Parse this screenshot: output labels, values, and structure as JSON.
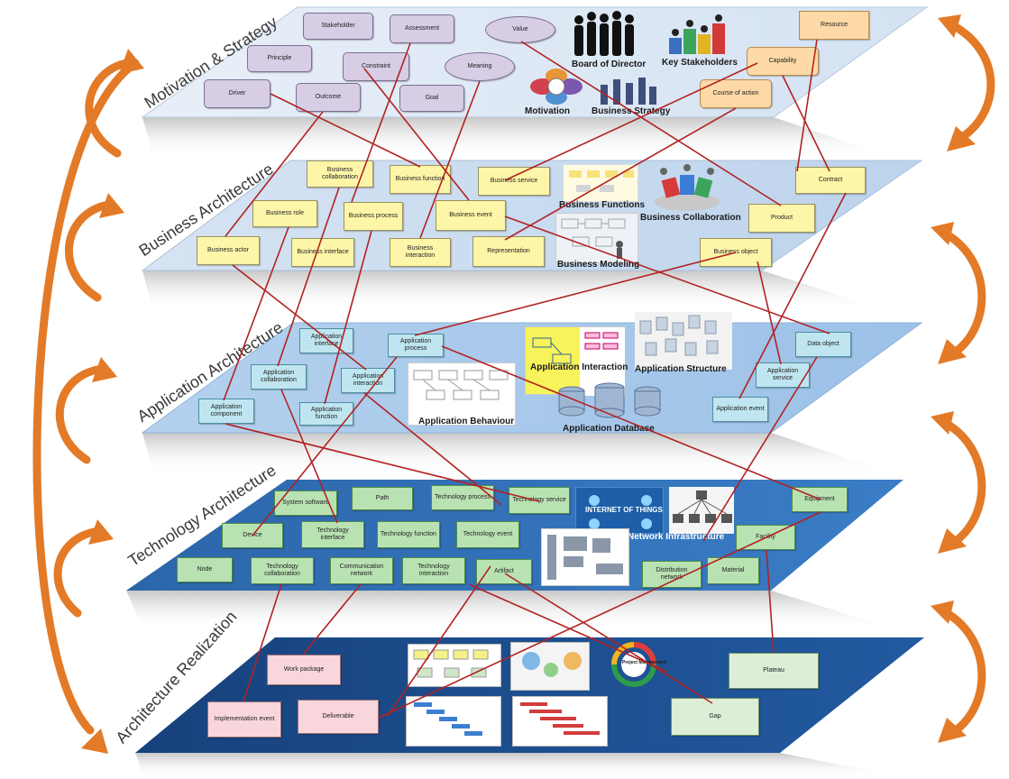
{
  "layers": {
    "motivation": "Motivation & Strategy",
    "business": "Business Architecture",
    "application": "Application Architecture",
    "technology": "Technology Architecture",
    "realization": "Architecture Realization"
  },
  "motivation_elements": {
    "stakeholder": "Stakeholder",
    "assessment": "Assessment",
    "value": "Value",
    "principle": "Principle",
    "constraint": "Constraint",
    "meaning": "Meaning",
    "resource": "Resource",
    "capability": "Capability",
    "course_of_action": "Course of action",
    "outcome": "Outcome",
    "goal": "Goal",
    "driver": "Driver"
  },
  "motivation_images": {
    "board": "Board of Director",
    "key_stakeholders": "Key Stakeholders",
    "motivation": "Motivation",
    "business_strategy": "Business Strategy"
  },
  "business_elements": {
    "collaboration": "Business collaboration",
    "function": "Business function",
    "service": "Business service",
    "contract": "Contract",
    "role": "Business role",
    "process": "Business process",
    "event": "Business event",
    "product": "Product",
    "actor": "Business actor",
    "interface": "Business interface",
    "interaction": "Business interaction",
    "representation": "Representation",
    "object": "Business object"
  },
  "business_images": {
    "functions": "Business Functions",
    "collaboration": "Business Collaboration",
    "modeling": "Business Modeling"
  },
  "application_elements": {
    "interface": "Application interface",
    "process": "Application process",
    "collaboration": "Application collaboration",
    "interaction": "Application interaction",
    "component": "Application component",
    "function": "Application function",
    "service": "Application service",
    "data_object": "Data object",
    "event": "Application event"
  },
  "application_images": {
    "interaction": "Application Interaction",
    "structure": "Application Structure",
    "behaviour": "Application Behaviour",
    "database": "Application Database"
  },
  "technology_elements": {
    "system_software": "System software",
    "path": "Path",
    "process": "Technology process",
    "service": "Technology service",
    "equipment": "Equipment",
    "device": "Device",
    "interface": "Technology interface",
    "function": "Technology function",
    "event": "Technology event",
    "facility": "Facility",
    "node": "Node",
    "collaboration": "Technology collaboration",
    "network": "Communication network",
    "interaction": "Technology interaction",
    "artifact": "Artifact",
    "distribution": "Distribution network",
    "material": "Material"
  },
  "technology_images": {
    "network": "Network Infrastructure",
    "internet": "INTERNET OF THINGS"
  },
  "realization_elements": {
    "work_package": "Work package",
    "impl_event": "Implementation event",
    "deliverable": "Deliverable",
    "gap": "Gap",
    "plateau": "Plateau"
  },
  "realization_images": {
    "cycle": "Project Management"
  },
  "colors": {
    "motivation_plane": "#dfe9f5",
    "business_plane": "#c9dcef",
    "application_plane": "#a8c9ea",
    "technology_plane": "#2f6db3",
    "realization_plane": "#1d4f8f",
    "relation_line": "#b22222",
    "arrow": "#e37a27"
  }
}
